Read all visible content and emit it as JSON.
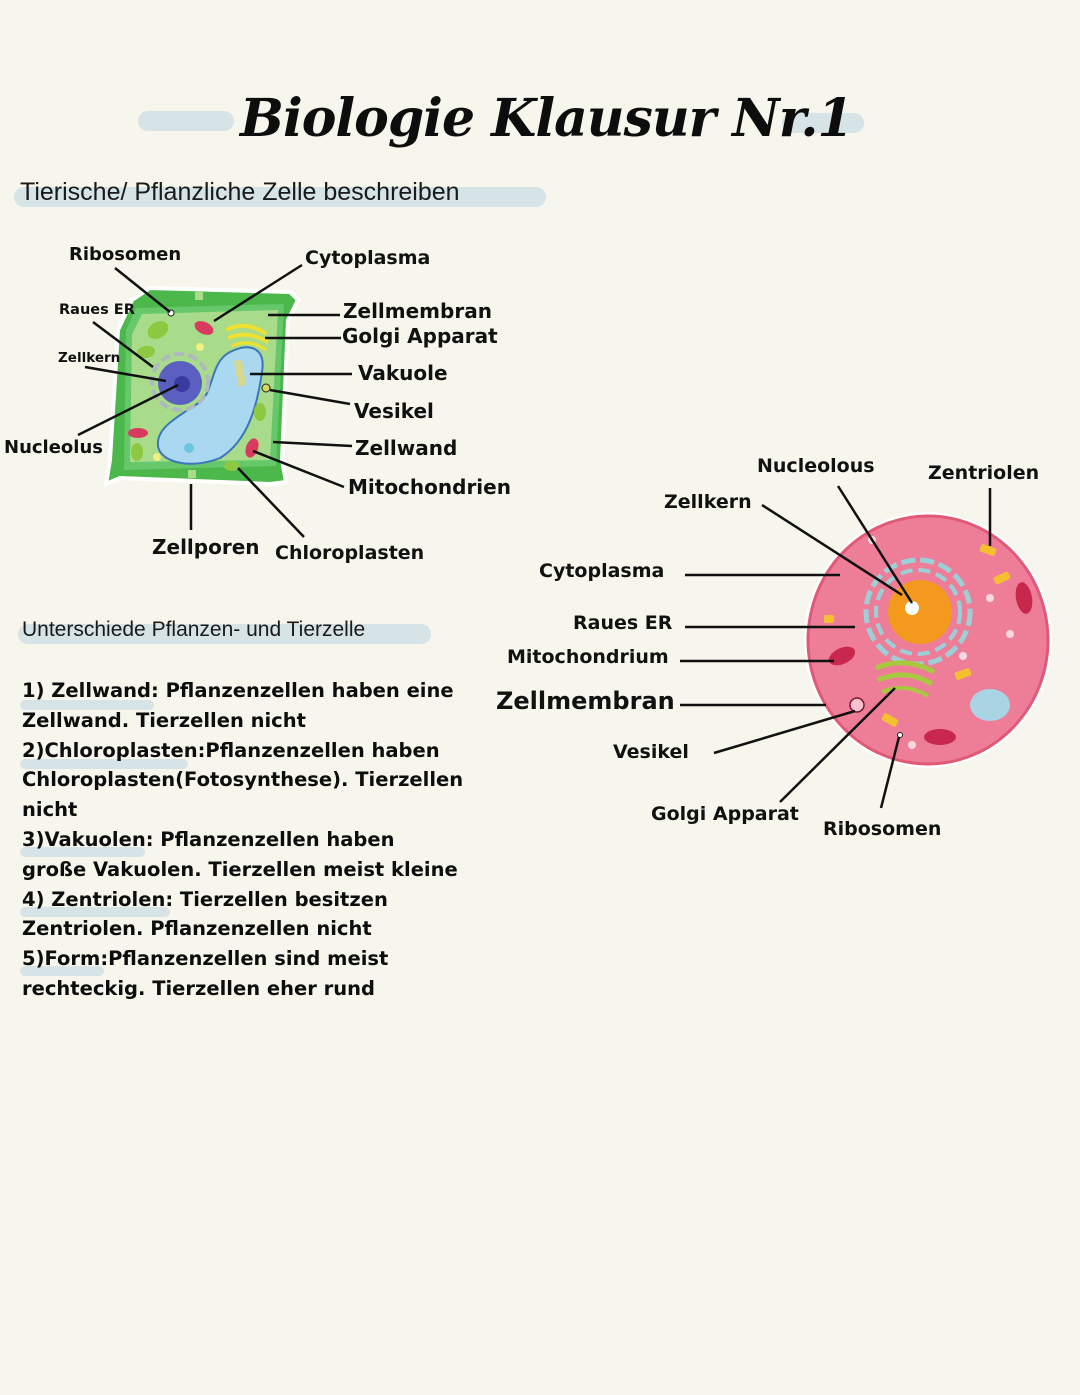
{
  "title": "Biologie Klausur Nr.1",
  "section1": {
    "heading": "Tierische/ Pflanzliche Zelle beschreiben"
  },
  "plant_cell": {
    "labels": {
      "ribosomen": "Ribosomen",
      "cytoplasma": "Cytoplasma",
      "raues_er": "Raues ER",
      "zellmembran": "Zellmembran",
      "golgi": "Golgi Apparat",
      "zellkern": "Zellkern",
      "vakuole": "Vakuole",
      "vesikel": "Vesikel",
      "nucleolus": "Nucleolus",
      "zellwand": "Zellwand",
      "mitochondrien": "Mitochondrien",
      "zellporen": "Zellporen",
      "chloroplasten": "Chloroplasten"
    }
  },
  "animal_cell": {
    "labels": {
      "nucleolous": "Nucleolous",
      "zentriolen": "Zentriolen",
      "zellkern": "Zellkern",
      "cytoplasma": "Cytoplasma",
      "raues_er": "Raues ER",
      "mitochondrium": "Mitochondrium",
      "zellmembran": "Zellmembran",
      "vesikel": "Vesikel",
      "golgi": "Golgi Apparat",
      "ribosomen": "Ribosomen"
    }
  },
  "section2": {
    "heading": "Unterschiede Pflanzen- und Tierzelle",
    "lines": [
      "1) Zellwand: Pflanzenzellen haben eine",
      "Zellwand. Tierzellen nicht",
      "2)Chloroplasten:Pflanzenzellen haben",
      "Chloroplasten(Fotosynthese). Tierzellen",
      "nicht",
      "3)Vakuolen: Pflanzenzellen haben",
      "große Vakuolen. Tierzellen meist kleine",
      "4) Zentriolen: Tierzellen besitzen",
      "Zentriolen. Pflanzenzellen nicht",
      "5)Form:Pflanzenzellen sind meist",
      "rechteckig. Tierzellen eher rund"
    ]
  },
  "colors": {
    "background": "#f6f6ec",
    "highlight": "#d6e4e8",
    "plant_wall": "#4cb84c",
    "plant_cytoplasm": "#a8dc8a",
    "vacuole": "#a9d8f0",
    "nucleus": "#5a5fc0",
    "animal_cell": "#ee7e98",
    "animal_nucleus": "#f39a1e"
  }
}
